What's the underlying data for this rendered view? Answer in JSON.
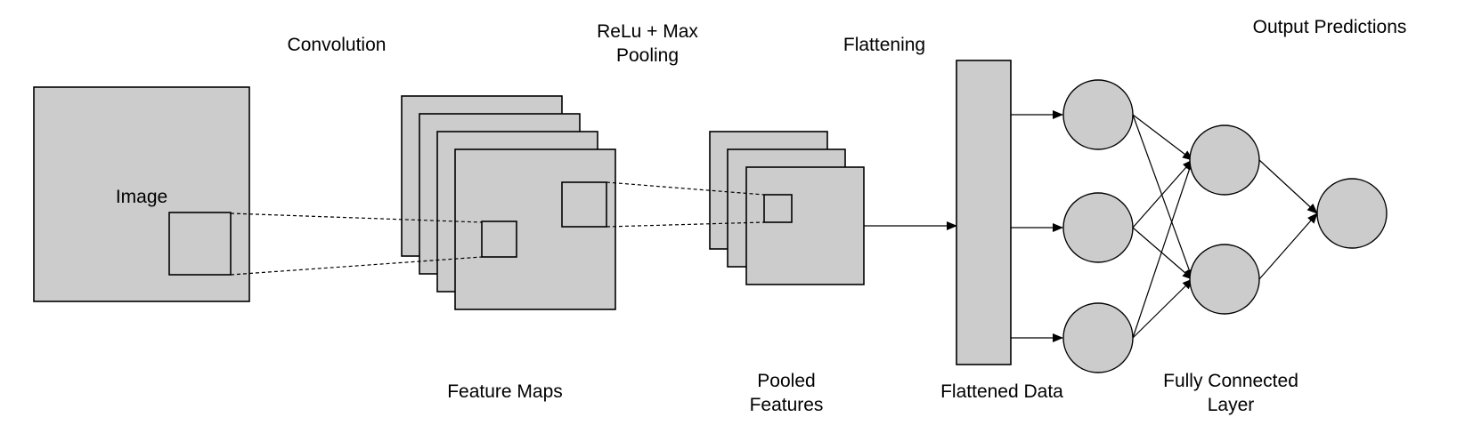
{
  "labels": {
    "convolution": "Convolution",
    "relu_pooling_line1": "ReLu + Max",
    "relu_pooling_line2": "Pooling",
    "flattening": "Flattening",
    "output_predictions": "Output Predictions",
    "image": "Image",
    "feature_maps": "Feature Maps",
    "pooled_features_line1": "Pooled",
    "pooled_features_line2": "Features",
    "flattened_data": "Flattened Data",
    "fully_connected_line1": "Fully Connected",
    "fully_connected_line2": "Layer"
  },
  "stages": [
    "Image",
    "Feature Maps",
    "Pooled Features",
    "Flattened Data",
    "Fully Connected Layer",
    "Output Predictions"
  ],
  "network": {
    "input_nodes": 3,
    "hidden_nodes": 2,
    "output_nodes": 1
  },
  "colors": {
    "fill": "#cccccc",
    "stroke": "#000000",
    "background": "#ffffff"
  }
}
